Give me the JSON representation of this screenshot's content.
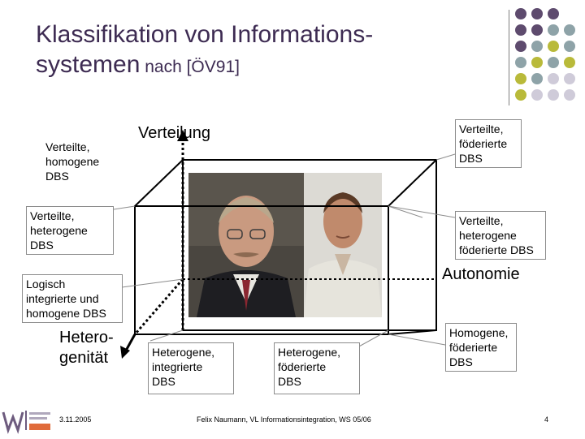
{
  "slide": {
    "title_line1": "Klassifikation von Informations-",
    "title_line2_main": "systemen",
    "title_line2_small": " nach [ÖV91]"
  },
  "axes": {
    "distribution": "Verteilung",
    "autonomy": "Autonomie",
    "heterogeneity_line1": "Hetero-",
    "heterogeneity_line2": "genität"
  },
  "labels": {
    "distributed_homogeneous": [
      "Verteilte,",
      "homogene",
      "DBS"
    ],
    "distributed_heterogeneous": [
      "Verteilte,",
      "heterogene",
      "DBS"
    ],
    "logically_integrated": [
      "Logisch",
      "integrierte und",
      "homogene DBS"
    ],
    "distributed_federated": [
      "Verteilte,",
      "föderierte",
      "DBS"
    ],
    "distributed_heterogeneous_federated": [
      "Verteilte,",
      "heterogene",
      "föderierte DBS"
    ],
    "homogeneous_federated": [
      "Homogene,",
      "föderierte",
      "DBS"
    ],
    "heterogeneous_integrated": [
      "Heterogene,",
      "integrierte",
      "DBS"
    ],
    "heterogeneous_federated": [
      "Heterogene,",
      "föderierte",
      "DBS"
    ]
  },
  "footer": {
    "date": "3.11.2005",
    "course": "Felix Naumann, VL Informationsintegration, WS 05/06",
    "page": "4"
  },
  "colors": {
    "title": "#3d2b52",
    "dot_purple": "#5e4b6e",
    "dot_teal": "#8ea3a8",
    "dot_olive": "#b9ba3a",
    "dot_lavender": "#cfcbd9"
  }
}
